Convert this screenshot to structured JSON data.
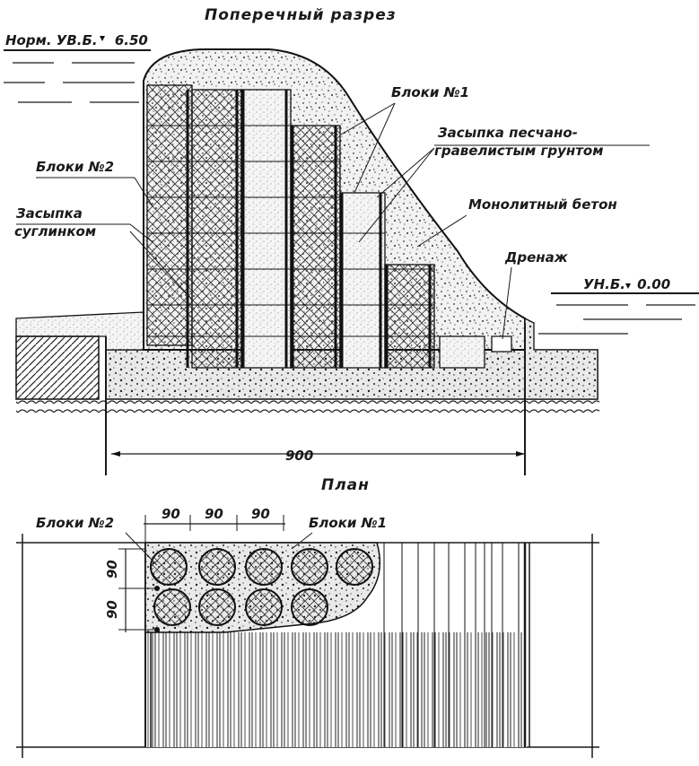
{
  "section_title": "Поперечный разрез",
  "plan_title": "План",
  "water": {
    "upstream": "Норм. УВ.Б. ",
    "upstream_level": "6.50",
    "downstream": "УН.Б. ",
    "downstream_level": "0.00"
  },
  "labels": {
    "blocks_1": "Блоки №1",
    "blocks_2": "Блоки №2",
    "fill_gravel_1": "Засыпка песчано-",
    "fill_gravel_2": "гравелистым грунтом",
    "fill_loam_1": "Засыпка",
    "fill_loam_2": "суглинком",
    "monolithic": "Монолитный бетон",
    "drainage": "Дренаж"
  },
  "dimensions": {
    "base_width": "900",
    "plan_spacing": [
      "90",
      "90",
      "90"
    ],
    "plan_vertical": [
      "90",
      "90"
    ]
  },
  "plan_labels": {
    "blocks_2": "Блоки №2",
    "blocks_1": "Блоки №1"
  }
}
